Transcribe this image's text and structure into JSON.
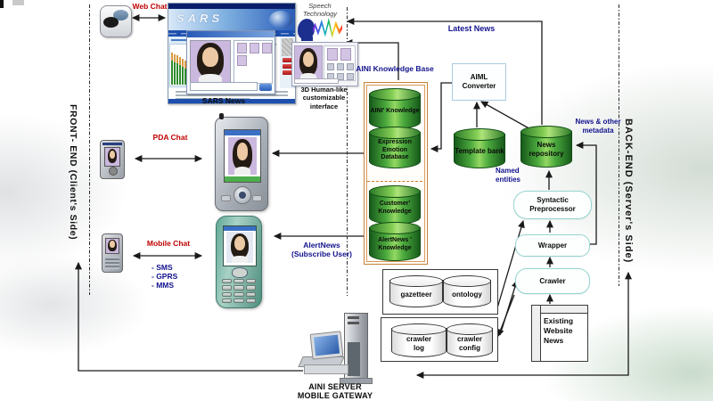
{
  "colors": {
    "label_red": "#c00000",
    "label_navy": "#12128e",
    "cylinder_green": "#4aa83c",
    "kb_border_orange": "#c8813c",
    "process_border_teal": "#93d4d0",
    "arrow_black": "#1a1a1a"
  },
  "left_panel": {
    "side_label": "FRONT- END (Client's Side)"
  },
  "right_panel": {
    "side_label": "BACK-END (Server's Side)"
  },
  "chat": {
    "web": "Web Chat",
    "pda": "PDA Chat",
    "mobile": "Mobile Chat",
    "mobile_protocols": [
      "- SMS",
      "- GPRS",
      "- MMS"
    ],
    "alertnews_line1": "AlertNews",
    "alertnews_line2": "(Subscribe User)"
  },
  "sars": {
    "title": "SARS",
    "news_caption": "SARS News"
  },
  "speech": {
    "line1": "Speech",
    "line2": "Technology"
  },
  "interface3d": {
    "line1": "3D Human-like",
    "line2": "customizable",
    "line3": "interface"
  },
  "kb": {
    "label": "AINI Knowledge Base",
    "aini": "AINI' Knowledge",
    "expression": "Expression Emotion Database",
    "customer": "Customer' Knowledge",
    "alert": "AlertNews ' Knowledge"
  },
  "pipeline": {
    "latest_news": "Latest News",
    "aiml": "AIML Converter",
    "template": "Template bank",
    "repository": "News repository",
    "metadata": "News & other metadata",
    "named_entities": "Named entities",
    "syntactic": "Syntactic Preprocessor",
    "wrapper": "Wrapper",
    "crawler": "Crawler",
    "existing": "Existing Website News",
    "gazetteer": "gazetteer",
    "ontology": "ontology",
    "crawler_log": "crawler log",
    "crawler_config": "crawler config"
  },
  "server": {
    "line1": "AINI SERVER",
    "line2": "MOBILE GATEWAY"
  }
}
